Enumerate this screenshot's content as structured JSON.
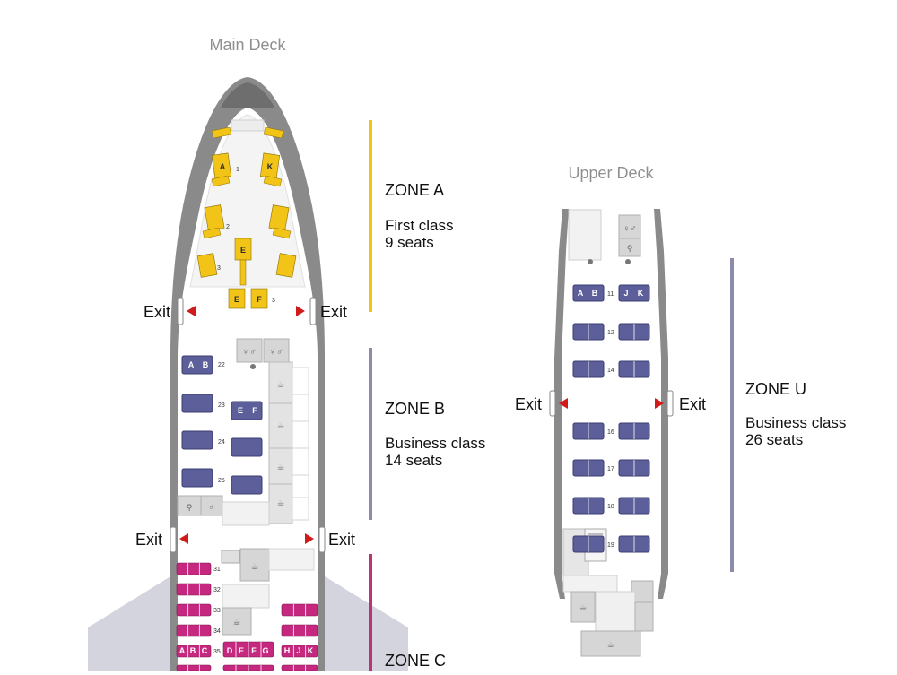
{
  "decks": {
    "main": {
      "title": "Main Deck"
    },
    "upper": {
      "title": "Upper Deck"
    }
  },
  "exit_label": "Exit",
  "zones": [
    {
      "id": "a",
      "name": "ZONE A",
      "cabin": "First class",
      "seats": "9 seats",
      "color": "#f2c417"
    },
    {
      "id": "b",
      "name": "ZONE B",
      "cabin": "Business class",
      "seats": "14 seats",
      "color": "#8c8caa"
    },
    {
      "id": "c",
      "name": "ZONE C",
      "color": "#b8357a"
    },
    {
      "id": "u",
      "name": "ZONE U",
      "cabin": "Business class",
      "seats": "26 seats",
      "color": "#8c8caa"
    }
  ],
  "colors": {
    "first_seat": "#f2c417",
    "business_seat": "#5c5f9a",
    "economy_seat": "#c5287e",
    "fuselage": "#8a8a8a",
    "facility": "#d6d6d6",
    "exit_arrow": "#d11a1a"
  },
  "rows": {
    "main_first": [
      "1",
      "2",
      "3",
      "3"
    ],
    "main_business": [
      "22",
      "23",
      "24",
      "25"
    ],
    "main_economy": [
      "31",
      "32",
      "33",
      "34",
      "35"
    ],
    "upper_business": [
      "11",
      "12",
      "14",
      "16",
      "17",
      "18",
      "19"
    ]
  },
  "seat_letters": {
    "first": [
      "A",
      "K",
      "E",
      "E",
      "F"
    ],
    "main_business_22": [
      "A",
      "B"
    ],
    "main_business_23": [
      "E",
      "F"
    ],
    "economy_35": [
      "A",
      "B",
      "C",
      "D",
      "E",
      "F",
      "G",
      "H",
      "J",
      "K"
    ],
    "upper_11": [
      "A",
      "B",
      "J",
      "K"
    ]
  },
  "icons": [
    "toilet-icon",
    "galley-icon",
    "closet-icon",
    "baby-change-icon",
    "exit-arrow-icon"
  ]
}
